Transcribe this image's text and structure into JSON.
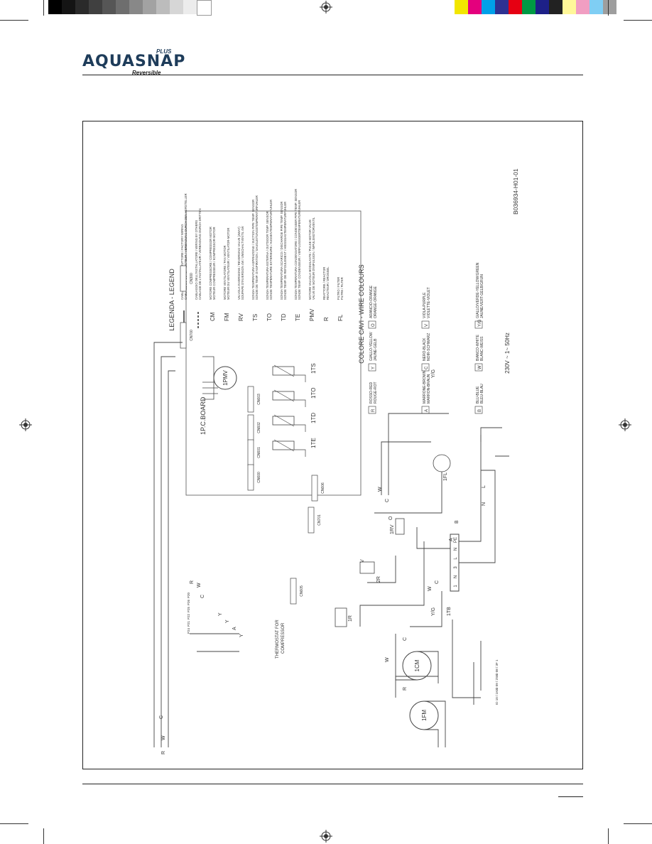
{
  "color_bar": {
    "gray_swatches": [
      "#000000",
      "#141414",
      "#2a2a2a",
      "#404040",
      "#565656",
      "#6e6e6e",
      "#888888",
      "#a2a2a2",
      "#bcbcbc",
      "#d6d6d6",
      "#ececec",
      "#ffffff"
    ],
    "color_swatches": [
      "#f2e600",
      "#e4007d",
      "#00a0e9",
      "#2e3192",
      "#e60012",
      "#009944",
      "#1d2088",
      "#222222",
      "#fff799",
      "#f19ec2",
      "#7fcef4",
      "#9e9e9e"
    ]
  },
  "header": {
    "logo": {
      "main": "AQUASNAP",
      "plus": "PLUS",
      "sub": "Reversible"
    }
  },
  "footer": {
    "page_number": ""
  },
  "diagram": {
    "doc_code": "B036934-H01-01",
    "legend": {
      "title": "LEGENDA - LEGEND",
      "rows": [
        {
          "sym": "",
          "l1": "CABLAGGIO DAL COSTRUTTORE / FACTORY WIRING",
          "l2": "CABLAGE DU CONSTRUCTEUR / VERBINDUNG DURCH DEN HERSTELLER"
        },
        {
          "sym": "",
          "l1": "CABLAGGIO DELL'INSTALLATORE / WIRING BY OTHERS",
          "l2": "CABLAGE DE L'INSTALLATEUR / VERBINDUNG DURCH DRITTEN"
        },
        {
          "sym": "CM",
          "l1": "MOTORE COMPRESSORE / COMPRESSOR MOTOR",
          "l2": "MOTEUR COMPRESSEUR / KOMPRESSOR-MOTOR"
        },
        {
          "sym": "FM",
          "l1": "MOTORE VENTILATORE / FAN MOTOR",
          "l2": "MOTEUR DU VENTILATEUR / VENTILATOR-MOTOR"
        },
        {
          "sym": "RV",
          "l1": "VALVOLA INVERSIONE / REVERSING VALVE (4WAY)",
          "l2": "SOUPAPE D'INVERSION 4W / UMSCHALTVENTIL 4W"
        },
        {
          "sym": "TS",
          "l1": "SONDA TEMPERATURA ASPIRAZIONE / SUCTION PIPE TEMP. SENSOR",
          "l2": "SONDE DE TEMP. D'ASPIRATION / SAUGLEITUNGSTEMPERATURFUHLER"
        },
        {
          "sym": "TO",
          "l1": "SONDA TEMPERATURA ESTERNA / OUTDOOR TEMP. SENSOR",
          "l2": "SONDE TEMPERATURE EXTERIEURE / AUSSENTEMPERATURFUHLER"
        },
        {
          "sym": "TD",
          "l1": "SONDA TEMPERATURA SCARICO / DISCHARGE PIPE TEMP. SENSOR",
          "l2": "SONDE TEMP. DE REFOULEMENT / HEISSGASTEMPERATURFUHLER"
        },
        {
          "sym": "TE",
          "l1": "SONDA TEMPERATURA CONDENSATORE / CONDENSER PIPE TEMP. SENSOR",
          "l2": "SONDE TEMP. CONDENSEUR / VERFLUSSIGERTEMPERATURFUHLER"
        },
        {
          "sym": "PMV",
          "l1": "MOTORE VALVOLA MODULANTE / PULSE MOTOR VALVE",
          "l2": "VALVE DE MOTEUR D'IMPULSION / IMPULSMOTORVENTIL"
        },
        {
          "sym": "R",
          "l1": "REATTORE / REACTOR",
          "l2": "REACTEUR / DROSSEL"
        },
        {
          "sym": "FL",
          "l1": "FILTRO / FILTER",
          "l2": "FILTRE / FILTER"
        }
      ]
    },
    "wire_colours": {
      "title": "COLORE CAVI - WIRE COLOURS",
      "items": [
        {
          "code": "R",
          "l1": "ROSSO-RED",
          "l2": "ROUGE-ROT"
        },
        {
          "code": "Y",
          "l1": "GIALLO-YELLOW",
          "l2": "JAUNE-GELB"
        },
        {
          "code": "O",
          "l1": "ARANCIO-ORANGE",
          "l2": "ORANGE-ORANGE"
        },
        {
          "code": "A",
          "l1": "MARRONE-BROWN",
          "l2": "MARRON-BRAUN"
        },
        {
          "code": "C",
          "l1": "NERO-BLACK",
          "l2": "NOIR-SCHWARZ"
        },
        {
          "code": "V",
          "l1": "VIOLA-PURPLE",
          "l2": "VIOLETTE-VIOLET"
        },
        {
          "code": "B",
          "l1": "BLU-BLUE",
          "l2": "BLEU-BLAU"
        },
        {
          "code": "W",
          "l1": "BIANCO-WHITE",
          "l2": "BLANC-WEISS"
        },
        {
          "code": "Y/G",
          "l1": "GIALLO/VERDE-YELLOW/GREEN",
          "l2": "JAUNE/VERT-GELB/GRUN"
        }
      ]
    },
    "board_label": "1P.C.BOARD",
    "connectors": [
      "CN300",
      "CN700",
      "CN603",
      "CN602",
      "CN601",
      "CN600",
      "CN701",
      "CN605",
      "CN606"
    ],
    "sensors": [
      "1TS",
      "1TO",
      "1TD",
      "1TE"
    ],
    "components": {
      "pmv": "1PMV",
      "fm": "1FM",
      "cm": "1CM",
      "rv": "1RV",
      "fl": "1FL",
      "tb": "1TB",
      "rel": "2R",
      "reactor": "1R"
    },
    "thermostat": [
      "THERMOSTAT FOR",
      "COMPRESSOR"
    ],
    "power": "230V ~ 1~ 50Hz",
    "terminal": [
      "1",
      "N",
      "3",
      "L",
      "N",
      "PE"
    ],
    "mains": [
      "L",
      "N"
    ],
    "wire_letters": {
      "r": "R",
      "w": "W",
      "c": "C",
      "y": "Y",
      "a": "A",
      "o": "O",
      "v": "V",
      "b": "B",
      "yg": "Y/G"
    },
    "board_pins": [
      "P20",
      "P26",
      "P25",
      "P22",
      "P21",
      "P24"
    ],
    "wire_ends": [
      "ID 10 / 1K 1",
      "ID 09 / 2S 1",
      "ID 08 / 3F 1"
    ]
  }
}
